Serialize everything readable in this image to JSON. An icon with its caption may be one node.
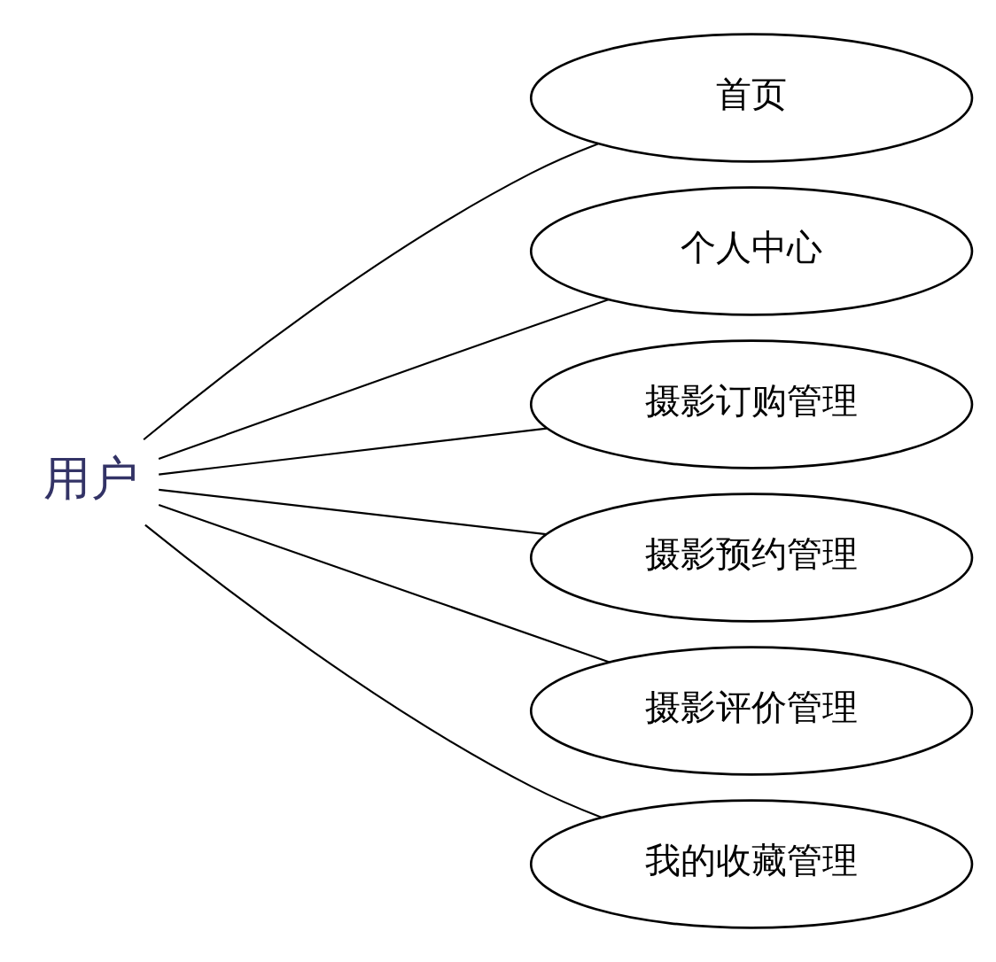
{
  "diagram": {
    "nodes": [
      {
        "text": [
          "用户"
        ]
      },
      {
        "text": [
          "首页"
        ]
      },
      {
        "text": [
          "个人中心"
        ]
      },
      {
        "text": [
          "摄影订购管理"
        ]
      },
      {
        "text": [
          "摄影预约管理"
        ]
      },
      {
        "text": [
          "摄影评价管理"
        ]
      },
      {
        "text": [
          "我的收藏管理"
        ]
      }
    ],
    "edges": [
      {
        "from": 0,
        "to": 1,
        "arrow": "none"
      },
      {
        "from": 0,
        "to": 2,
        "arrow": "none"
      },
      {
        "from": 0,
        "to": 3,
        "arrow": "none"
      },
      {
        "from": 0,
        "to": 4,
        "arrow": "none"
      },
      {
        "from": 0,
        "to": 5,
        "arrow": "none"
      },
      {
        "from": 0,
        "to": 6,
        "arrow": "none"
      }
    ]
  }
}
